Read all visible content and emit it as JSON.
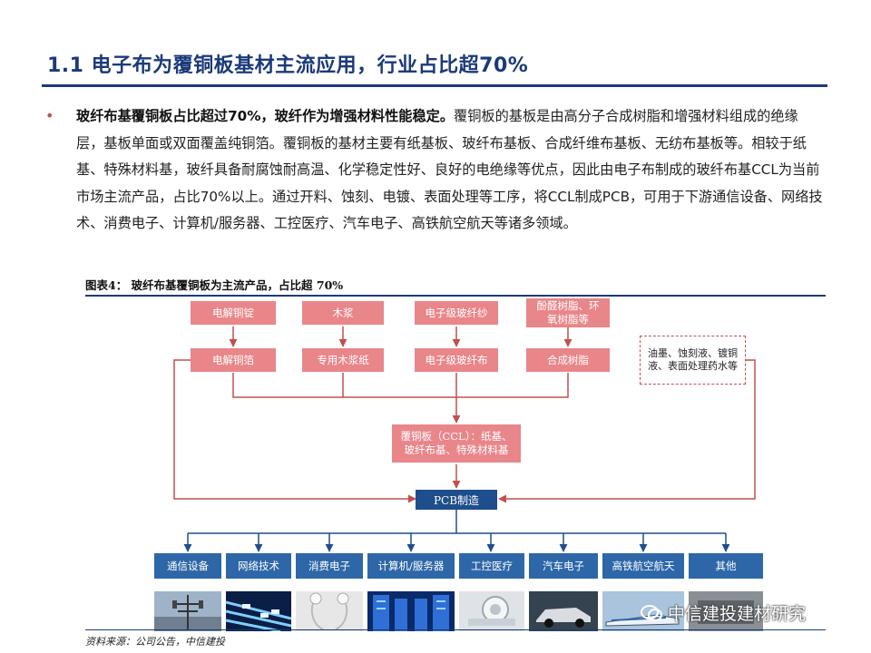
{
  "header": {
    "title": "1.1 电子布为覆铜板基材主流应用，行业占比超70%"
  },
  "body": {
    "bullet": "•",
    "lead": "玻纤布基覆铜板占比超过70%，玻纤作为增强材料性能稳定。",
    "text": "覆铜板的基板是由高分子合成树脂和增强材料组成的绝缘层，基板单面或双面覆盖纯铜箔。覆铜板的基材主要有纸基板、玻纤布基板、合成纤维布基板、无纺布基板等。相较于纸基、特殊材料基，玻纤具备耐腐蚀耐高温、化学稳定性好、良好的电绝缘等优点，因此由电子布制成的玻纤布基CCL为当前市场主流产品，占比70%以上。通过开料、蚀刻、电镀、表面处理等工序，将CCL制成PCB，可用于下游通信设备、网络技术、消费电子、计算机/服务器、工控医疗、汽车电子、高铁航空航天等诸多领域。"
  },
  "figure": {
    "caption": "图表4：  玻纤布基覆铜板为主流产品，占比超 70%",
    "raw_materials": [
      "电解铜锭",
      "木浆",
      "电子级玻纤纱",
      "酚醛树脂、环氧树脂等"
    ],
    "intermediates": [
      "电解铜箔",
      "专用木浆纸",
      "电子级玻纤布",
      "合成树脂"
    ],
    "chemicals": "油墨、蚀刻液、镀铜液、表面处理药水等",
    "ccl": "覆铜板（CCL）：纸基、玻纤布基、特殊材料基",
    "pcb": "PCB制造",
    "applications": [
      "通信设备",
      "网络技术",
      "消费电子",
      "计算机/服务器",
      "工控医疗",
      "汽车电子",
      "高铁航空航天",
      "其他"
    ],
    "colors": {
      "material_box": "#e8868a",
      "arrow": "#c0504d",
      "pcb_box": "#1e4e8c",
      "app_box": "#2d67a8",
      "title": "#1b3a7a"
    }
  },
  "source": "资料来源：公司公告，中信建投",
  "watermark": "中信建投建材研究"
}
